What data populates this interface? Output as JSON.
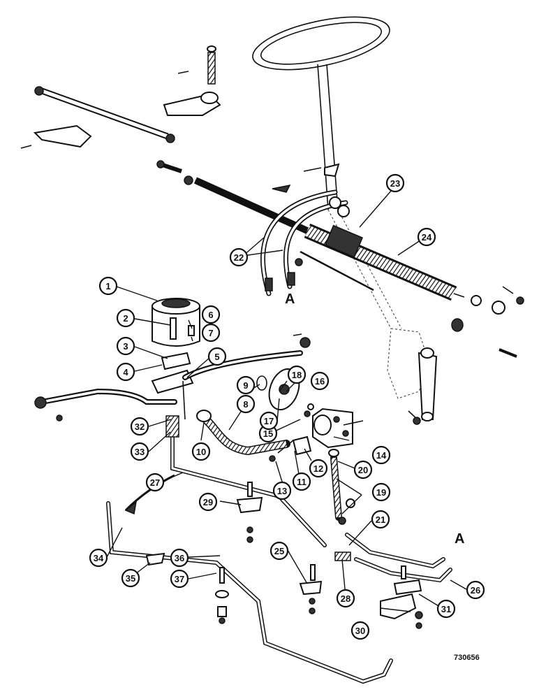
{
  "diagram": {
    "letters": [
      "A",
      "A"
    ],
    "drawing_number": "730656"
  },
  "callouts": [
    "1",
    "2",
    "3",
    "4",
    "5",
    "6",
    "7",
    "8",
    "9",
    "10",
    "11",
    "12",
    "13",
    "14",
    "15",
    "16",
    "17",
    "18",
    "19",
    "20",
    "21",
    "22",
    "23",
    "24",
    "25",
    "26",
    "27",
    "28",
    "29",
    "30",
    "31",
    "32",
    "33",
    "34",
    "35",
    "36",
    "37"
  ]
}
